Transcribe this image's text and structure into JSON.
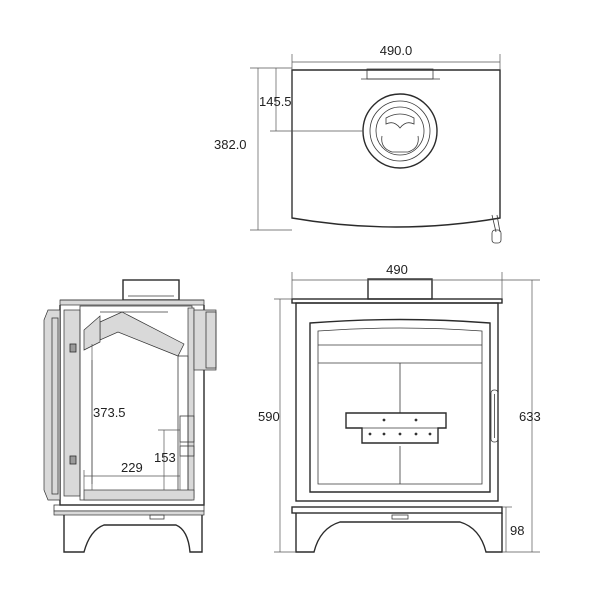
{
  "dimensions": {
    "top_width": "490.0",
    "top_flue_offset": "145.5",
    "top_depth": "382.0",
    "front_width": "490",
    "front_height": "590",
    "front_total_height": "633",
    "front_leg_height": "98",
    "side_inner_height": "373.5",
    "side_grate_depth": "229",
    "side_grate_height": "153"
  },
  "colors": {
    "line": "#2b2b2b",
    "hatch_fill": "#d9d9d9",
    "accent_fill": "#9a9a9a"
  }
}
